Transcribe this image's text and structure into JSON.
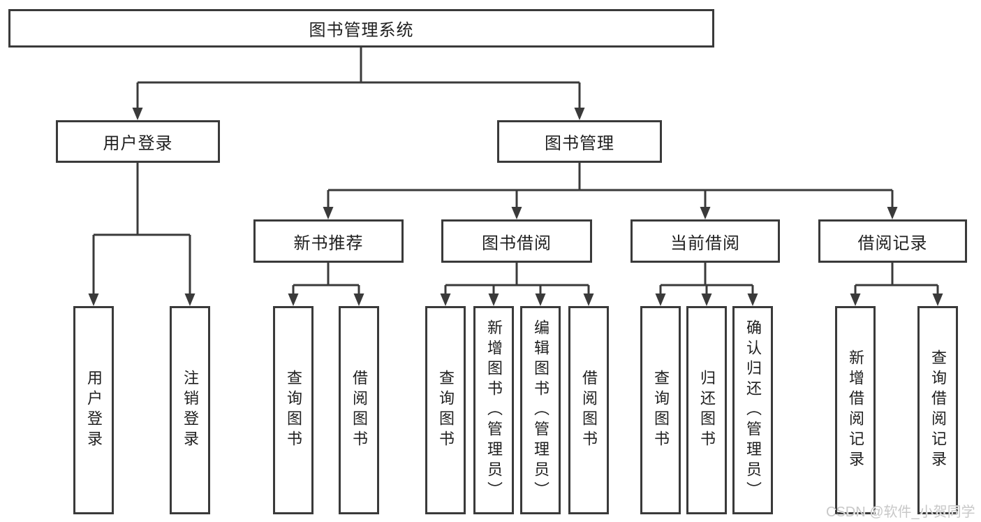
{
  "title": "图书管理系统",
  "watermark": "CSDN @软件_小贺同学",
  "colors": {
    "line": "#3a3a3a",
    "text": "#1f1f1f",
    "watermark": "#c8c8c8",
    "background": "#ffffff"
  },
  "tree": {
    "label": "图书管理系统",
    "children": [
      {
        "label": "用户登录",
        "children": [
          {
            "label": "用户登录"
          },
          {
            "label": "注销登录"
          }
        ]
      },
      {
        "label": "图书管理",
        "children": [
          {
            "label": "新书推荐",
            "children": [
              {
                "label": "查询图书"
              },
              {
                "label": "借阅图书"
              }
            ]
          },
          {
            "label": "图书借阅",
            "children": [
              {
                "label": "查询图书"
              },
              {
                "label": "新增图书（管理员）"
              },
              {
                "label": "编辑图书（管理员）"
              },
              {
                "label": "借阅图书"
              }
            ]
          },
          {
            "label": "当前借阅",
            "children": [
              {
                "label": "查询图书"
              },
              {
                "label": "归还图书"
              },
              {
                "label": "确认归还（管理员）"
              }
            ]
          },
          {
            "label": "借阅记录",
            "children": [
              {
                "label": "新增借阅记录"
              },
              {
                "label": "查询借阅记录"
              }
            ]
          }
        ]
      }
    ]
  }
}
